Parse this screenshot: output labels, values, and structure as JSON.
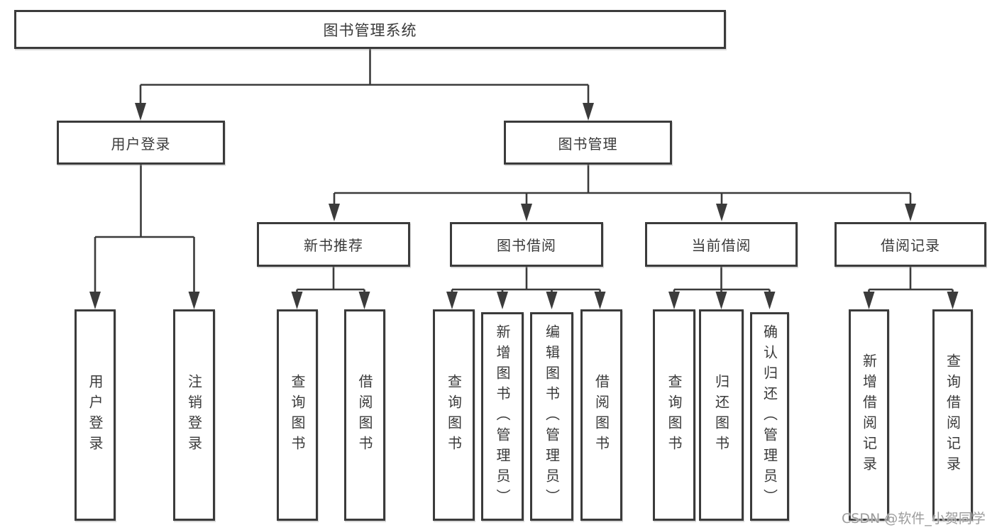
{
  "diagram_title": "图书管理系统",
  "watermark": {
    "text": "CSDN @软件_小贺同学"
  },
  "colors": {
    "line": "#3b3b3b",
    "box_border": "#3b3b3b",
    "text": "#3a3a3a",
    "watermark": "#9c9c9c",
    "background": "#ffffff"
  },
  "tree": {
    "label": "图书管理系统",
    "children": [
      {
        "label": "用户登录",
        "children": [
          {
            "label": "用户登录"
          },
          {
            "label": "注销登录"
          }
        ]
      },
      {
        "label": "图书管理",
        "children": [
          {
            "label": "新书推荐",
            "children": [
              {
                "label": "查询图书"
              },
              {
                "label": "借阅图书"
              }
            ]
          },
          {
            "label": "图书借阅",
            "children": [
              {
                "label": "查询图书"
              },
              {
                "label": "新增图书（管理员）"
              },
              {
                "label": "编辑图书（管理员）"
              },
              {
                "label": "借阅图书"
              }
            ]
          },
          {
            "label": "当前借阅",
            "children": [
              {
                "label": "查询图书"
              },
              {
                "label": "归还图书"
              },
              {
                "label": "确认归还（管理员）"
              }
            ]
          },
          {
            "label": "借阅记录",
            "children": [
              {
                "label": "新增借阅记录"
              },
              {
                "label": "查询借阅记录"
              }
            ]
          }
        ]
      }
    ]
  }
}
